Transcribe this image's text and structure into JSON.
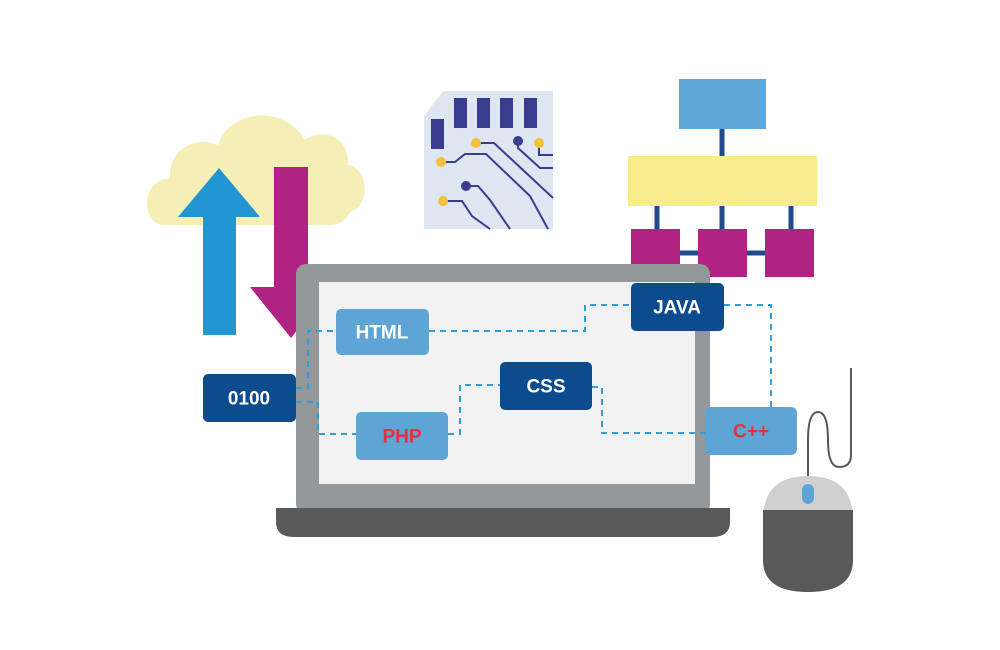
{
  "illustration": {
    "topic": "web development / programming languages",
    "tags": [
      {
        "id": "html",
        "text": "HTML",
        "style": "light"
      },
      {
        "id": "java",
        "text": "JAVA",
        "style": "dark"
      },
      {
        "id": "binary",
        "text": "0100",
        "style": "dark"
      },
      {
        "id": "css",
        "text": "CSS",
        "style": "dark"
      },
      {
        "id": "php",
        "text": "PHP",
        "style": "light-red"
      },
      {
        "id": "cpp",
        "text": "C++",
        "style": "light-red"
      }
    ]
  },
  "colors": {
    "cloud": "#f5efb7",
    "upload_arrow": "#2196d3",
    "download_arrow": "#b02383",
    "chip_bg": "#dde6f1",
    "chip_lines": "#3a3d8f",
    "chip_dots": "#f2c03d",
    "org_top": "#5fa9da",
    "org_mid": "#f7ec8c",
    "org_bottom": "#b02383",
    "org_link": "#1f4a8c",
    "laptop_frame": "#95989b",
    "laptop_screen": "#f2f2f2",
    "laptop_base": "#595959",
    "tag_dark": "#0d4b8f",
    "tag_light": "#5ea5d5",
    "tag_red_text": "#e0323a",
    "connector": "#2f9fd8",
    "mouse_top": "#d0d0d0",
    "mouse_body": "#595959",
    "mouse_wheel": "#5ea5d5"
  }
}
